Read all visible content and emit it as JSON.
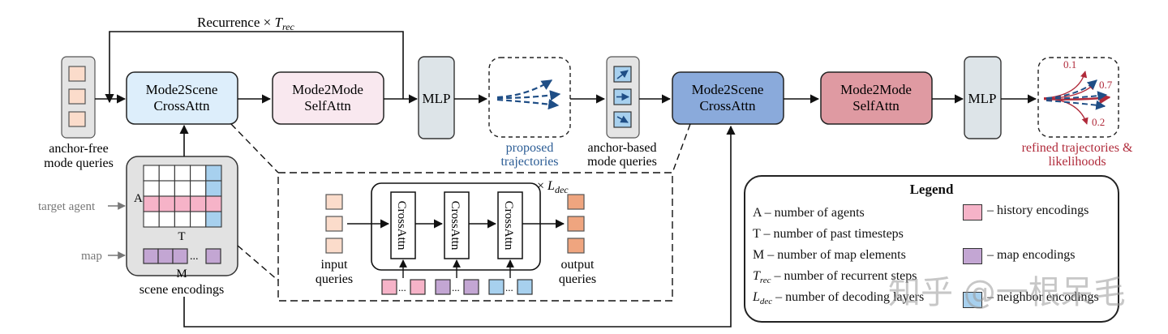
{
  "blocks": {
    "recurrence": "Recurrence × ",
    "t_rec": "T",
    "t_rec_sub": "rec",
    "anchor_free": [
      "anchor-free",
      "mode queries"
    ],
    "mode2scene_1": [
      "Mode2Scene",
      "CrossAttn"
    ],
    "mode2mode_1": [
      "Mode2Mode",
      "SelfAttn"
    ],
    "mlp_1": "MLP",
    "proposed": [
      "proposed",
      "trajectories"
    ],
    "anchor_based": [
      "anchor-based",
      "mode queries"
    ],
    "mode2scene_2": [
      "Mode2Scene",
      "CrossAttn"
    ],
    "mode2mode_2": [
      "Mode2Mode",
      "SelfAttn"
    ],
    "mlp_2": "MLP",
    "refined": [
      "refined trajectories &",
      "likelihoods"
    ],
    "prob_top": "0.1",
    "prob_mid": "0.7",
    "prob_bot": "0.2"
  },
  "scene": {
    "target_agent": "target agent",
    "map": "map",
    "axis_a": "A",
    "axis_t": "T",
    "axis_m": "M",
    "dots": "...",
    "caption": "scene encodings"
  },
  "decoder": {
    "times": "× ",
    "l_dec": "L",
    "l_dec_sub": "dec",
    "cross_attn": "CrossAttn",
    "input_queries": [
      "input",
      "queries"
    ],
    "output_queries": [
      "output",
      "queries"
    ],
    "dots": "..."
  },
  "legend": {
    "title": "Legend",
    "a": "A  – number of agents",
    "t": "T  – number of past timesteps",
    "m": "M  – number of map elements",
    "trec_sym": "T",
    "trec_sub": "rec",
    "trec_desc": " – number of recurrent steps",
    "ldec_sym": "L",
    "ldec_sub": "dec",
    "ldec_desc": " – number of decoding layers",
    "history": "– history encodings",
    "map_enc": "– map encodings",
    "neighbor": "– neighbor encodings"
  },
  "watermark": "知乎 @一根呆毛",
  "colors": {
    "pink": "#f6b3c8",
    "purple": "#c3a6d3",
    "blue": "#a7d0ee",
    "peach": "#fbdccb",
    "orange": "#efa57f",
    "light_blue_box": "#ddeefb",
    "light_pink_box": "#f9e8ef",
    "mid_blue_box": "#8aaadb",
    "rose_box": "#df9aa2",
    "gray_box": "#dde4e8",
    "traj_blue": "#1f4e86",
    "traj_red": "#b02a3a"
  }
}
